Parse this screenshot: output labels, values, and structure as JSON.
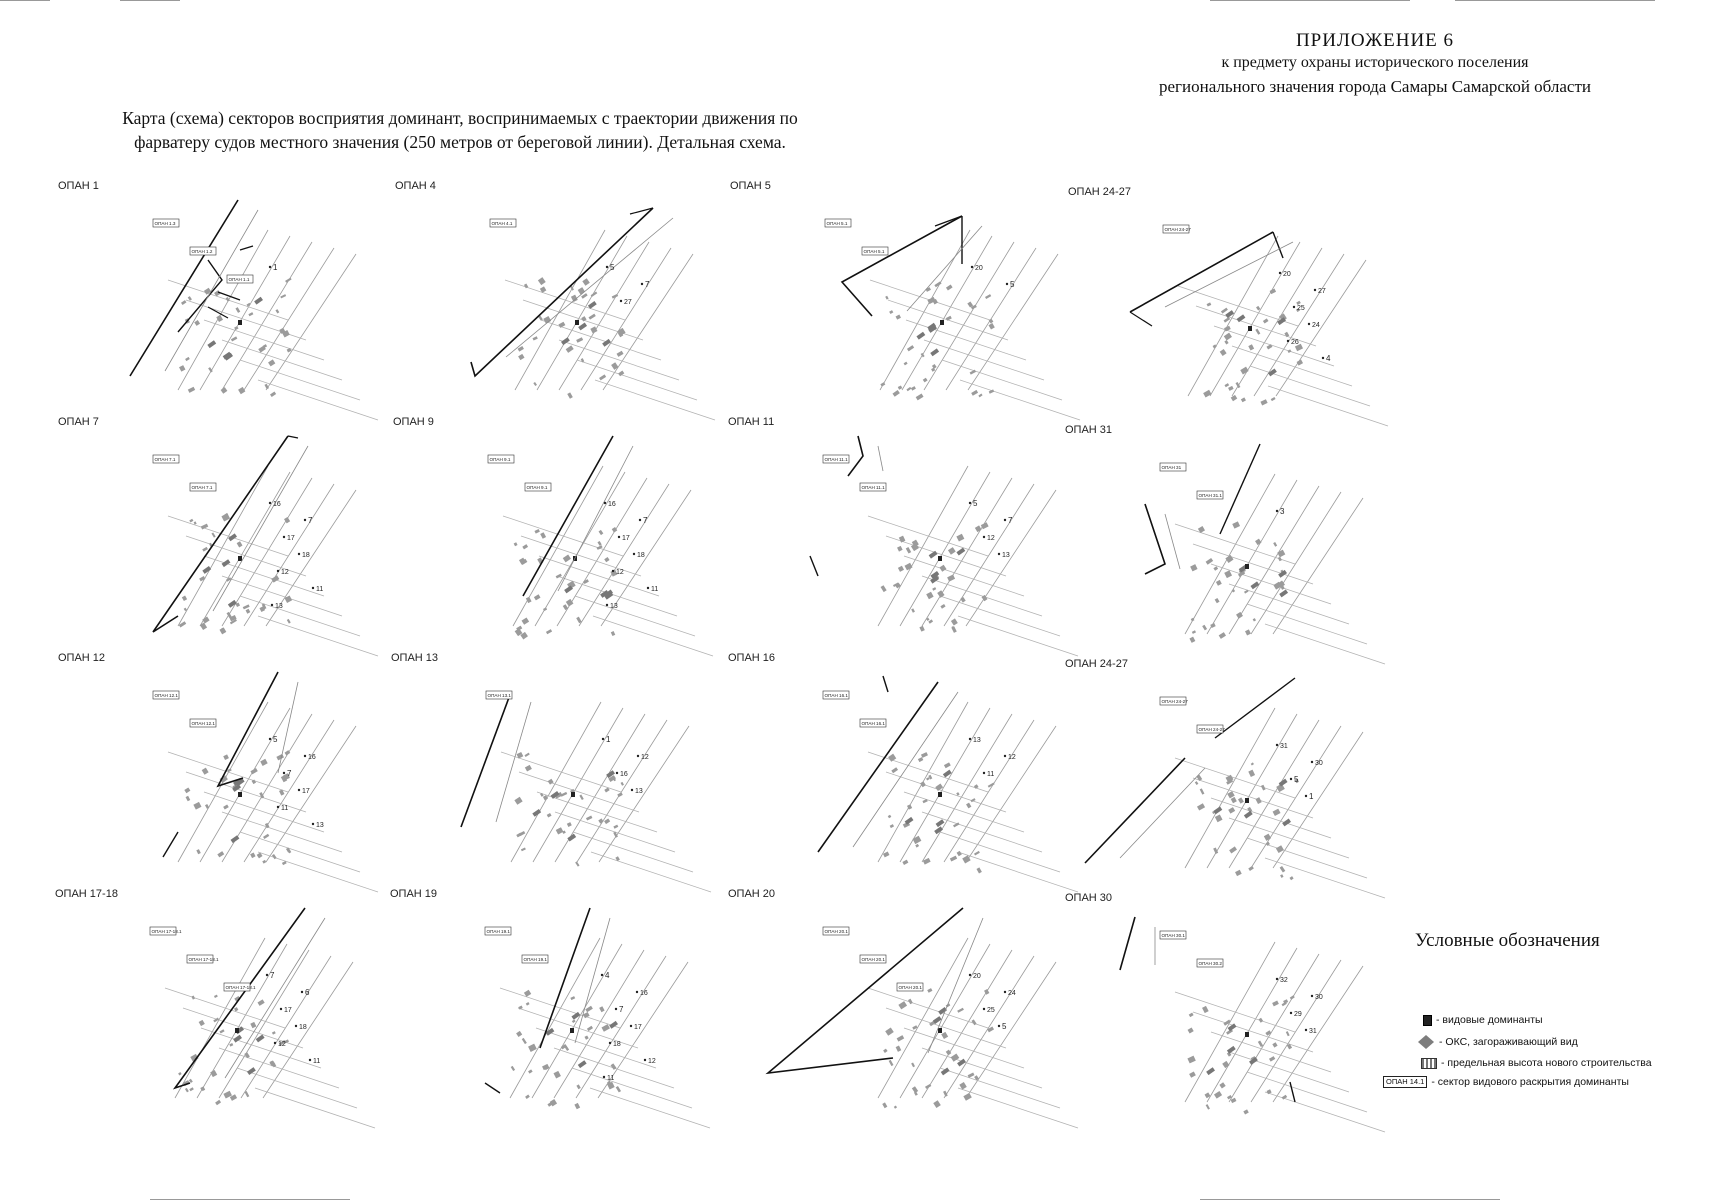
{
  "header": {
    "line1": "ПРИЛОЖЕНИЕ  6",
    "line2": "к предмету охраны исторического поселения",
    "line3": "регионального значения города Самары Самарской области"
  },
  "map_title": {
    "line1": "Карта (схема) секторов восприятия доминант, воспринимаемых с траектории движения по",
    "line2": "фарватеру судов местного значения (250 метров от береговой линии). Детальная схема."
  },
  "panels": [
    {
      "label": "ОПАН 1",
      "tags": [
        "ОПАН 1.3",
        "ОПАН 1.2",
        "ОПАН 1.1"
      ],
      "numbers": [
        "1"
      ]
    },
    {
      "label": "ОПАН 4",
      "tags": [
        "ОПАН 4.1"
      ],
      "numbers": [
        "5",
        "7",
        "27"
      ]
    },
    {
      "label": "ОПАН 5",
      "tags": [
        "ОПАН 5.1",
        "ОПАН 5.1"
      ],
      "numbers": [
        "20",
        "5"
      ]
    },
    {
      "label": "ОПАН 24-27",
      "tags": [
        "ОПАН 24-27"
      ],
      "numbers": [
        "20",
        "27",
        "25",
        "24",
        "26",
        "4"
      ]
    },
    {
      "label": "ОПАН 7",
      "tags": [
        "ОПАН 7.1",
        "ОПАН 7.1"
      ],
      "numbers": [
        "16",
        "7",
        "17",
        "18",
        "12",
        "11",
        "13"
      ]
    },
    {
      "label": "ОПАН 9",
      "tags": [
        "ОПАН 9.1",
        "ОПАН 9.1"
      ],
      "numbers": [
        "16",
        "7",
        "17",
        "18",
        "12",
        "11",
        "13"
      ]
    },
    {
      "label": "ОПАН 11",
      "tags": [
        "ОПАН 11.1",
        "ОПАН 11.1"
      ],
      "numbers": [
        "5",
        "7",
        "12",
        "13"
      ]
    },
    {
      "label": "ОПАН 31",
      "tags": [
        "ОПАН 31",
        "ОПАН 31.1"
      ],
      "numbers": [
        "3"
      ]
    },
    {
      "label": "ОПАН 12",
      "tags": [
        "ОПАН 12.1",
        "ОПАН 12.1"
      ],
      "numbers": [
        "5",
        "16",
        "7",
        "17",
        "11",
        "13"
      ]
    },
    {
      "label": "ОПАН 13",
      "tags": [
        "ОПАН 13.1"
      ],
      "numbers": [
        "1",
        "12",
        "16",
        "13"
      ]
    },
    {
      "label": "ОПАН 16",
      "tags": [
        "ОПАН 16.1",
        "ОПАН 16.1"
      ],
      "numbers": [
        "13",
        "12",
        "11"
      ]
    },
    {
      "label": "ОПАН 24-27",
      "tags": [
        "ОПАН 24-27",
        "ОПАН 24-27"
      ],
      "numbers": [
        "31",
        "30",
        "5",
        "1"
      ]
    },
    {
      "label": "ОПАН 17-18",
      "tags": [
        "ОПАН 17-18.1",
        "ОПАН 17-18.1",
        "ОПАН 17-18.1"
      ],
      "numbers": [
        "7",
        "6",
        "17",
        "18",
        "12",
        "11"
      ]
    },
    {
      "label": "ОПАН 19",
      "tags": [
        "ОПАН 19.1",
        "ОПАН 19.1"
      ],
      "numbers": [
        "4",
        "16",
        "7",
        "17",
        "18",
        "12",
        "11"
      ]
    },
    {
      "label": "ОПАН 20",
      "tags": [
        "ОПАН 20.1",
        "ОПАН 20.1",
        "ОПАН 20.1"
      ],
      "numbers": [
        "20",
        "24",
        "25",
        "5"
      ]
    },
    {
      "label": "ОПАН 30",
      "tags": [
        "ОПАН 30.1",
        "ОПАН 30.2"
      ],
      "numbers": [
        "32",
        "30",
        "29",
        "31"
      ]
    }
  ],
  "legend": {
    "title": "Условные обозначения",
    "items": [
      {
        "label": "- видовые доминанты",
        "icon": "dominant-square"
      },
      {
        "label": "- ОКС, загораживающий вид",
        "icon": "gray-diamond"
      },
      {
        "label": "- предельная высота нового строительства",
        "icon": "height-box"
      },
      {
        "label": "- сектор видового раскрытия доминанты",
        "icon": "sector-tag",
        "tag": "ОПАН 14.1"
      }
    ]
  },
  "colors": {
    "line": "#111111",
    "street": "#7a7a7a",
    "building": "#8a8a8a",
    "dominant": "#222222"
  }
}
